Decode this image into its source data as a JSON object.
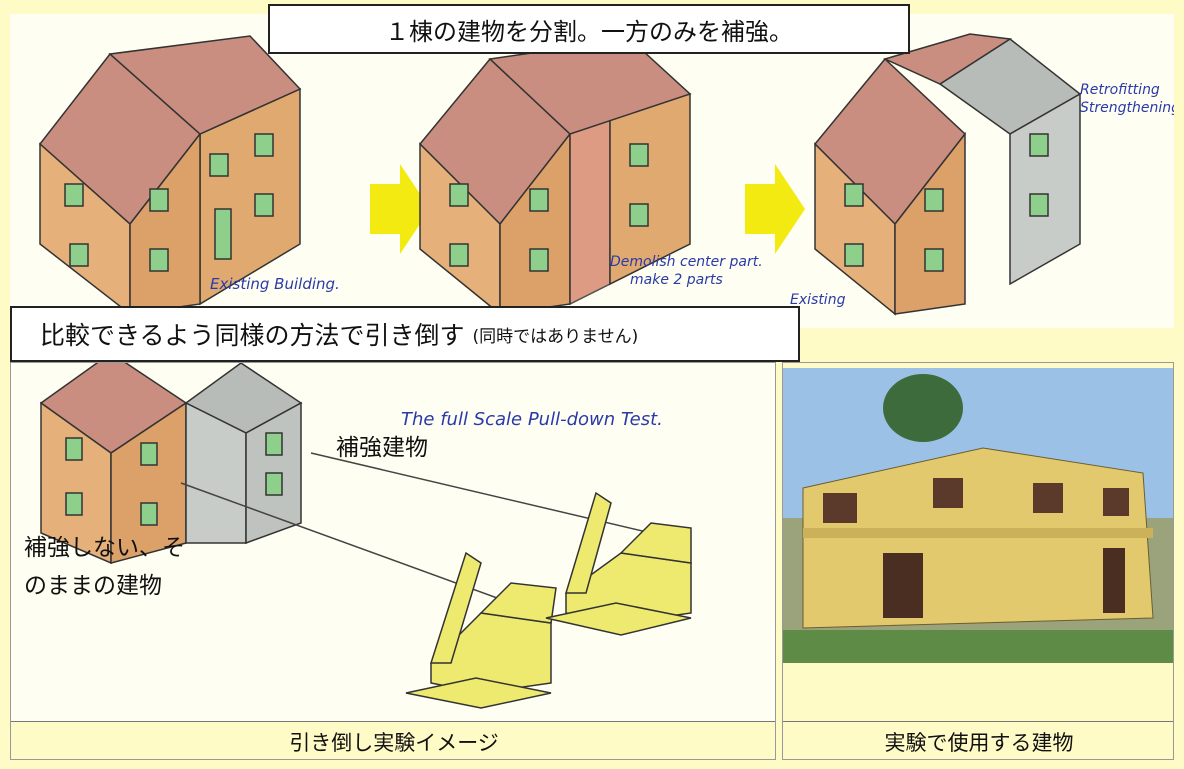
{
  "top_title": "１棟の建物を分割。一方のみを補強。",
  "mid_title": "比較できるよう同様の方法で引き倒す",
  "mid_title_note": "(同時ではありません)",
  "sketch1": {
    "label": "Existing Building."
  },
  "sketch2": {
    "label_line1": "Demolish center part.",
    "label_line2": "make 2 parts"
  },
  "sketch3": {
    "label_existing": "Existing",
    "label_retrofit_line1": "Retrofitting",
    "label_retrofit_line2": "Strengthening"
  },
  "pulldown": {
    "sketch_title": "The full Scale Pull-down Test.",
    "label_reinforced": "補強建物",
    "label_unreinforced_line1": "補強しない、そ",
    "label_unreinforced_line2": "のままの建物",
    "caption": "引き倒し実験イメージ"
  },
  "photo": {
    "caption": "実験で使用する建物"
  },
  "colors": {
    "background": "#fffbc6",
    "arrow": "#f2ea10",
    "roof": "#c98e80",
    "wall": "#e0a96f",
    "window": "#8fcf8c",
    "grey_building": "#b8bcb8",
    "excavator": "#eeea70"
  }
}
